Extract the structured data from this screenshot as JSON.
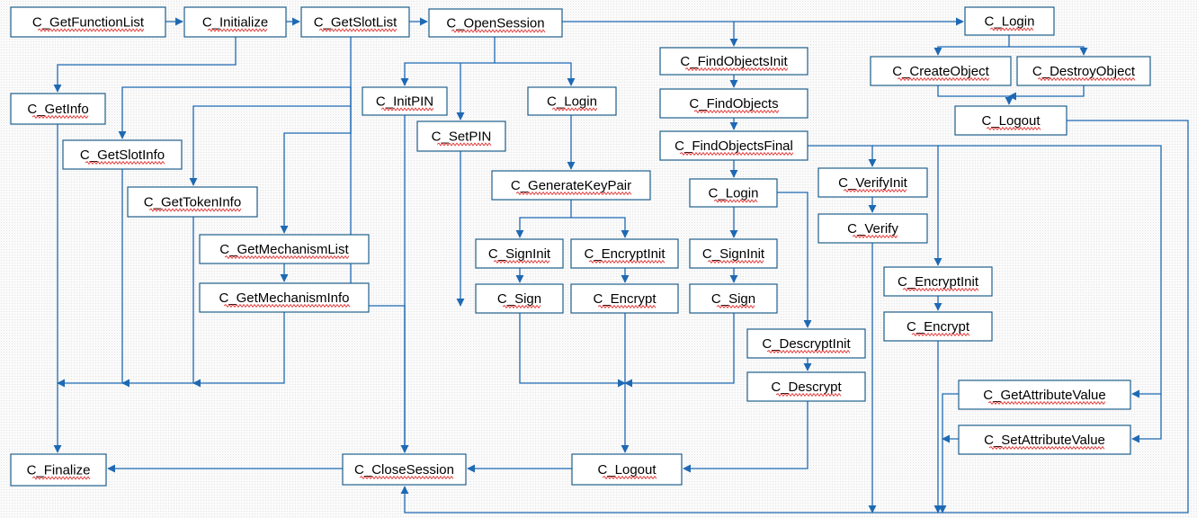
{
  "colors": {
    "edge": "#1e69b4",
    "box_border": "#1f5f8b",
    "box_fill": "#ffffff",
    "spellcheck_underline": "#e03030"
  },
  "nodes": [
    {
      "id": "getfunctionlist",
      "label": "C_GetFunctionList"
    },
    {
      "id": "initialize",
      "label": "C_Initialize"
    },
    {
      "id": "getslotlist",
      "label": "C_GetSlotList"
    },
    {
      "id": "opensession",
      "label": "C_OpenSession"
    },
    {
      "id": "login-top",
      "label": "C_Login"
    },
    {
      "id": "getinfo",
      "label": "C_GetInfo"
    },
    {
      "id": "getslotinfo",
      "label": "C_GetSlotInfo"
    },
    {
      "id": "gettokeninfo",
      "label": "C_GetTokenInfo"
    },
    {
      "id": "getmechanismlist",
      "label": "C_GetMechanismList"
    },
    {
      "id": "getmechanisminfo",
      "label": "C_GetMechanismInfo"
    },
    {
      "id": "initpin",
      "label": "C_InitPIN"
    },
    {
      "id": "setpin",
      "label": "C_SetPIN"
    },
    {
      "id": "login-mid",
      "label": "C_Login"
    },
    {
      "id": "generatekeypair",
      "label": "C_GenerateKeyPair"
    },
    {
      "id": "signinit-left",
      "label": "C_SignInit"
    },
    {
      "id": "encryptinit-left",
      "label": "C_EncryptInit"
    },
    {
      "id": "sign-left",
      "label": "C_Sign"
    },
    {
      "id": "encrypt-left",
      "label": "C_Encrypt"
    },
    {
      "id": "findobjectsinit",
      "label": "C_FindObjectsInit"
    },
    {
      "id": "findobjects",
      "label": "C_FindObjects"
    },
    {
      "id": "findobjectsfinal",
      "label": "C_FindObjectsFinal"
    },
    {
      "id": "login-right",
      "label": "C_Login"
    },
    {
      "id": "signinit-right",
      "label": "C_SignInit"
    },
    {
      "id": "sign-right",
      "label": "C_Sign"
    },
    {
      "id": "descryptinit",
      "label": "C_DescryptInit"
    },
    {
      "id": "descrypt",
      "label": "C_Descrypt"
    },
    {
      "id": "verifyinit",
      "label": "C_VerifyInit"
    },
    {
      "id": "verify",
      "label": "C_Verify"
    },
    {
      "id": "encryptinit-right",
      "label": "C_EncryptInit"
    },
    {
      "id": "encrypt-right",
      "label": "C_Encrypt"
    },
    {
      "id": "createobject",
      "label": "C_CreateObject"
    },
    {
      "id": "destroyobject",
      "label": "C_DestroyObject"
    },
    {
      "id": "logout-top",
      "label": "C_Logout"
    },
    {
      "id": "getattributevalue",
      "label": "C_GetAttributeValue"
    },
    {
      "id": "setattributevalue",
      "label": "C_SetAttributeValue"
    },
    {
      "id": "finalize",
      "label": "C_Finalize"
    },
    {
      "id": "closesession",
      "label": "C_CloseSession"
    },
    {
      "id": "logout-bottom",
      "label": "C_Logout"
    }
  ],
  "edges": [
    {
      "from": "getfunctionlist",
      "to": "initialize"
    },
    {
      "from": "initialize",
      "to": "getslotlist"
    },
    {
      "from": "getslotlist",
      "to": "opensession"
    },
    {
      "from": "opensession",
      "to": "login-top"
    },
    {
      "from": "initialize",
      "to": "getinfo"
    },
    {
      "from": "getslotlist",
      "to": "getslotinfo"
    },
    {
      "from": "getslotlist",
      "to": "gettokeninfo"
    },
    {
      "from": "getslotlist",
      "to": "getmechanismlist"
    },
    {
      "from": "getmechanismlist",
      "to": "getmechanisminfo"
    },
    {
      "from": "getslotlist",
      "to": "closesession"
    },
    {
      "from": "opensession",
      "to": "initpin"
    },
    {
      "from": "opensession",
      "to": "setpin"
    },
    {
      "from": "opensession",
      "to": "login-mid"
    },
    {
      "from": "opensession",
      "to": "findobjectsinit"
    },
    {
      "from": "login-mid",
      "to": "generatekeypair"
    },
    {
      "from": "generatekeypair",
      "to": "signinit-left"
    },
    {
      "from": "generatekeypair",
      "to": "encryptinit-left"
    },
    {
      "from": "signinit-left",
      "to": "sign-left"
    },
    {
      "from": "encryptinit-left",
      "to": "encrypt-left"
    },
    {
      "from": "findobjectsinit",
      "to": "findobjects"
    },
    {
      "from": "findobjects",
      "to": "findobjectsfinal"
    },
    {
      "from": "findobjectsfinal",
      "to": "login-right"
    },
    {
      "from": "findobjectsfinal",
      "to": "verifyinit"
    },
    {
      "from": "findobjectsfinal",
      "to": "encryptinit-right"
    },
    {
      "from": "findobjectsfinal",
      "to": "getattributevalue"
    },
    {
      "from": "findobjectsfinal",
      "to": "setattributevalue"
    },
    {
      "from": "login-right",
      "to": "signinit-right"
    },
    {
      "from": "signinit-right",
      "to": "sign-right"
    },
    {
      "from": "login-right",
      "to": "descryptinit"
    },
    {
      "from": "descryptinit",
      "to": "descrypt"
    },
    {
      "from": "verifyinit",
      "to": "verify"
    },
    {
      "from": "encryptinit-right",
      "to": "encrypt-right"
    },
    {
      "from": "login-top",
      "to": "createobject"
    },
    {
      "from": "login-top",
      "to": "destroyobject"
    },
    {
      "from": "createobject",
      "to": "logout-top"
    },
    {
      "from": "destroyobject",
      "to": "logout-top"
    },
    {
      "from": "getinfo",
      "to": "finalize"
    },
    {
      "from": "getslotinfo",
      "to": "finalize"
    },
    {
      "from": "gettokeninfo",
      "to": "finalize"
    },
    {
      "from": "getmechanisminfo",
      "to": "finalize"
    },
    {
      "from": "initpin",
      "to": "closesession"
    },
    {
      "from": "setpin",
      "to": "closesession"
    },
    {
      "from": "sign-left",
      "to": "logout-bottom"
    },
    {
      "from": "encrypt-left",
      "to": "logout-bottom"
    },
    {
      "from": "sign-right",
      "to": "logout-bottom"
    },
    {
      "from": "descrypt",
      "to": "logout-bottom"
    },
    {
      "from": "logout-bottom",
      "to": "closesession"
    },
    {
      "from": "closesession",
      "to": "finalize"
    },
    {
      "from": "logout-top",
      "to": "closesession"
    },
    {
      "from": "verify",
      "to": "closesession"
    },
    {
      "from": "encrypt-right",
      "to": "closesession"
    },
    {
      "from": "getattributevalue",
      "to": "closesession"
    },
    {
      "from": "setattributevalue",
      "to": "closesession"
    }
  ]
}
